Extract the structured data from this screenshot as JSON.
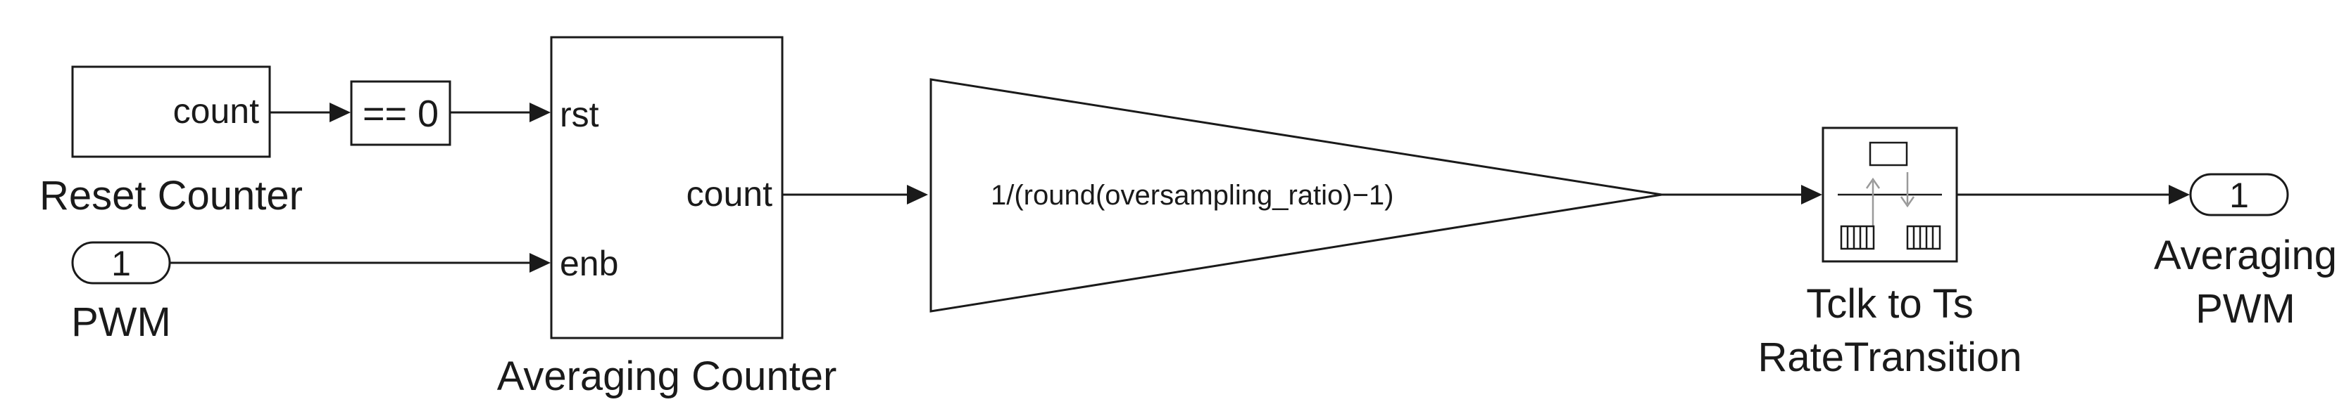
{
  "blocks": {
    "reset_counter": {
      "port_label": "count",
      "name": "Reset Counter"
    },
    "compare_zero": {
      "label": "== 0"
    },
    "pwm_inport": {
      "port_number": "1",
      "name": "PWM"
    },
    "averaging_counter": {
      "in_rst": "rst",
      "in_enb": "enb",
      "out_count": "count",
      "name": "Averaging Counter"
    },
    "gain": {
      "expression": "1/(round(oversampling_ratio)−1)"
    },
    "rate_transition": {
      "name_line1": "Tclk to Ts",
      "name_line2": "RateTransition"
    },
    "outport": {
      "port_number": "1",
      "name_line1": "Averaging",
      "name_line2": "PWM"
    }
  }
}
